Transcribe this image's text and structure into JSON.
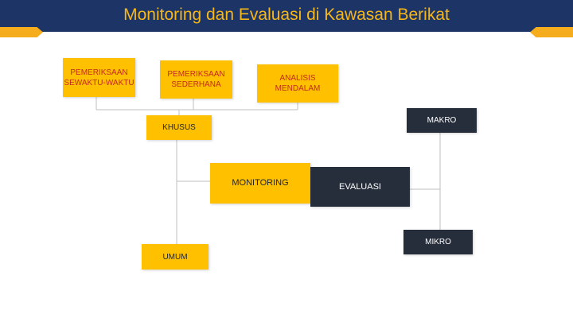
{
  "title": "Monitoring dan Evaluasi di Kawasan Berikat",
  "nodes": {
    "pemeriksaan_sewaktu": "PEMERIKSAAN SEWAKTU-WAKTU",
    "pemeriksaan_sederhana": "PEMERIKSAAN SEDERHANA",
    "analisis_mendalam": "ANALISIS MENDALAM",
    "khusus": "KHUSUS",
    "umum": "UMUM",
    "monitoring": "MONITORING",
    "evaluasi": "EVALUASI",
    "makro": "MAKRO",
    "mikro": "MIKRO"
  },
  "colors": {
    "header": "#1c3466",
    "title": "#f7b718",
    "accent": "#f5ad1e",
    "yellow_box": "#ffc000",
    "dark_box": "#262d3b",
    "red_text": "#c42b1c",
    "connector": "#bfbfbf"
  }
}
